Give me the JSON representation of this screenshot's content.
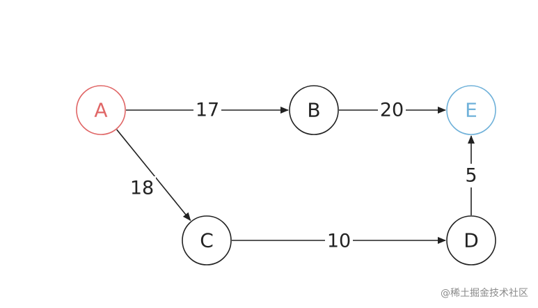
{
  "colors": {
    "default_stroke": "#222222",
    "start_node": "#e06666",
    "end_node": "#6fb1d9",
    "watermark": "#8a8a8a"
  },
  "nodes": [
    {
      "id": "A",
      "label": "A",
      "role": "start"
    },
    {
      "id": "B",
      "label": "B",
      "role": "normal"
    },
    {
      "id": "C",
      "label": "C",
      "role": "normal"
    },
    {
      "id": "D",
      "label": "D",
      "role": "normal"
    },
    {
      "id": "E",
      "label": "E",
      "role": "end"
    }
  ],
  "edges": [
    {
      "from": "A",
      "to": "B",
      "label": "17"
    },
    {
      "from": "B",
      "to": "E",
      "label": "20"
    },
    {
      "from": "A",
      "to": "C",
      "label": "18"
    },
    {
      "from": "C",
      "to": "D",
      "label": "10"
    },
    {
      "from": "D",
      "to": "E",
      "label": "5"
    }
  ],
  "watermark": {
    "text": "@稀土掘金技术社区"
  }
}
